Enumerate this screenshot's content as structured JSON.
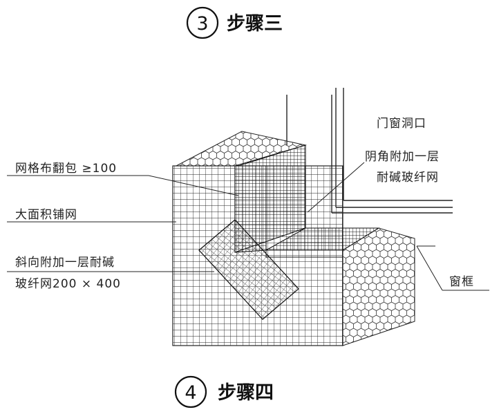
{
  "steps": [
    {
      "number": "3",
      "title": "步骤三"
    },
    {
      "number": "4",
      "title": "步骤四"
    }
  ],
  "labels": {
    "mesh_wrap": "网格布翻包 ≥100",
    "large_mesh": "大面积铺网",
    "diagonal_1": "斜向附加一层耐碱",
    "diagonal_2": "玻纤网200 × 400",
    "opening": "门窗洞口",
    "inner_corner_1": "阴角附加一层",
    "inner_corner_2": "耐碱玻纤网",
    "window_frame": "窗框"
  }
}
